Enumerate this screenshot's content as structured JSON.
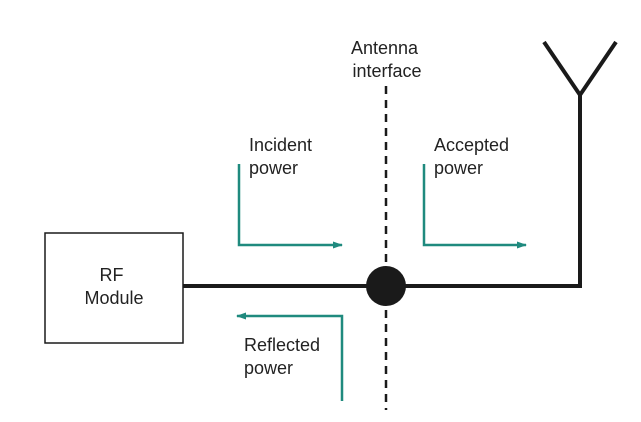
{
  "diagram": {
    "antenna_interface_label": [
      "Antenna",
      "interface"
    ],
    "rf_module_label": [
      "RF",
      "Module"
    ],
    "incident_power_label": [
      "Incident",
      "power"
    ],
    "accepted_power_label": [
      "Accepted",
      "power"
    ],
    "reflected_power_label": [
      "Reflected",
      "power"
    ]
  },
  "colors": {
    "arrow": "#1f8a7e",
    "line": "#1a1a1a",
    "text": "#222222",
    "background": "#ffffff"
  }
}
